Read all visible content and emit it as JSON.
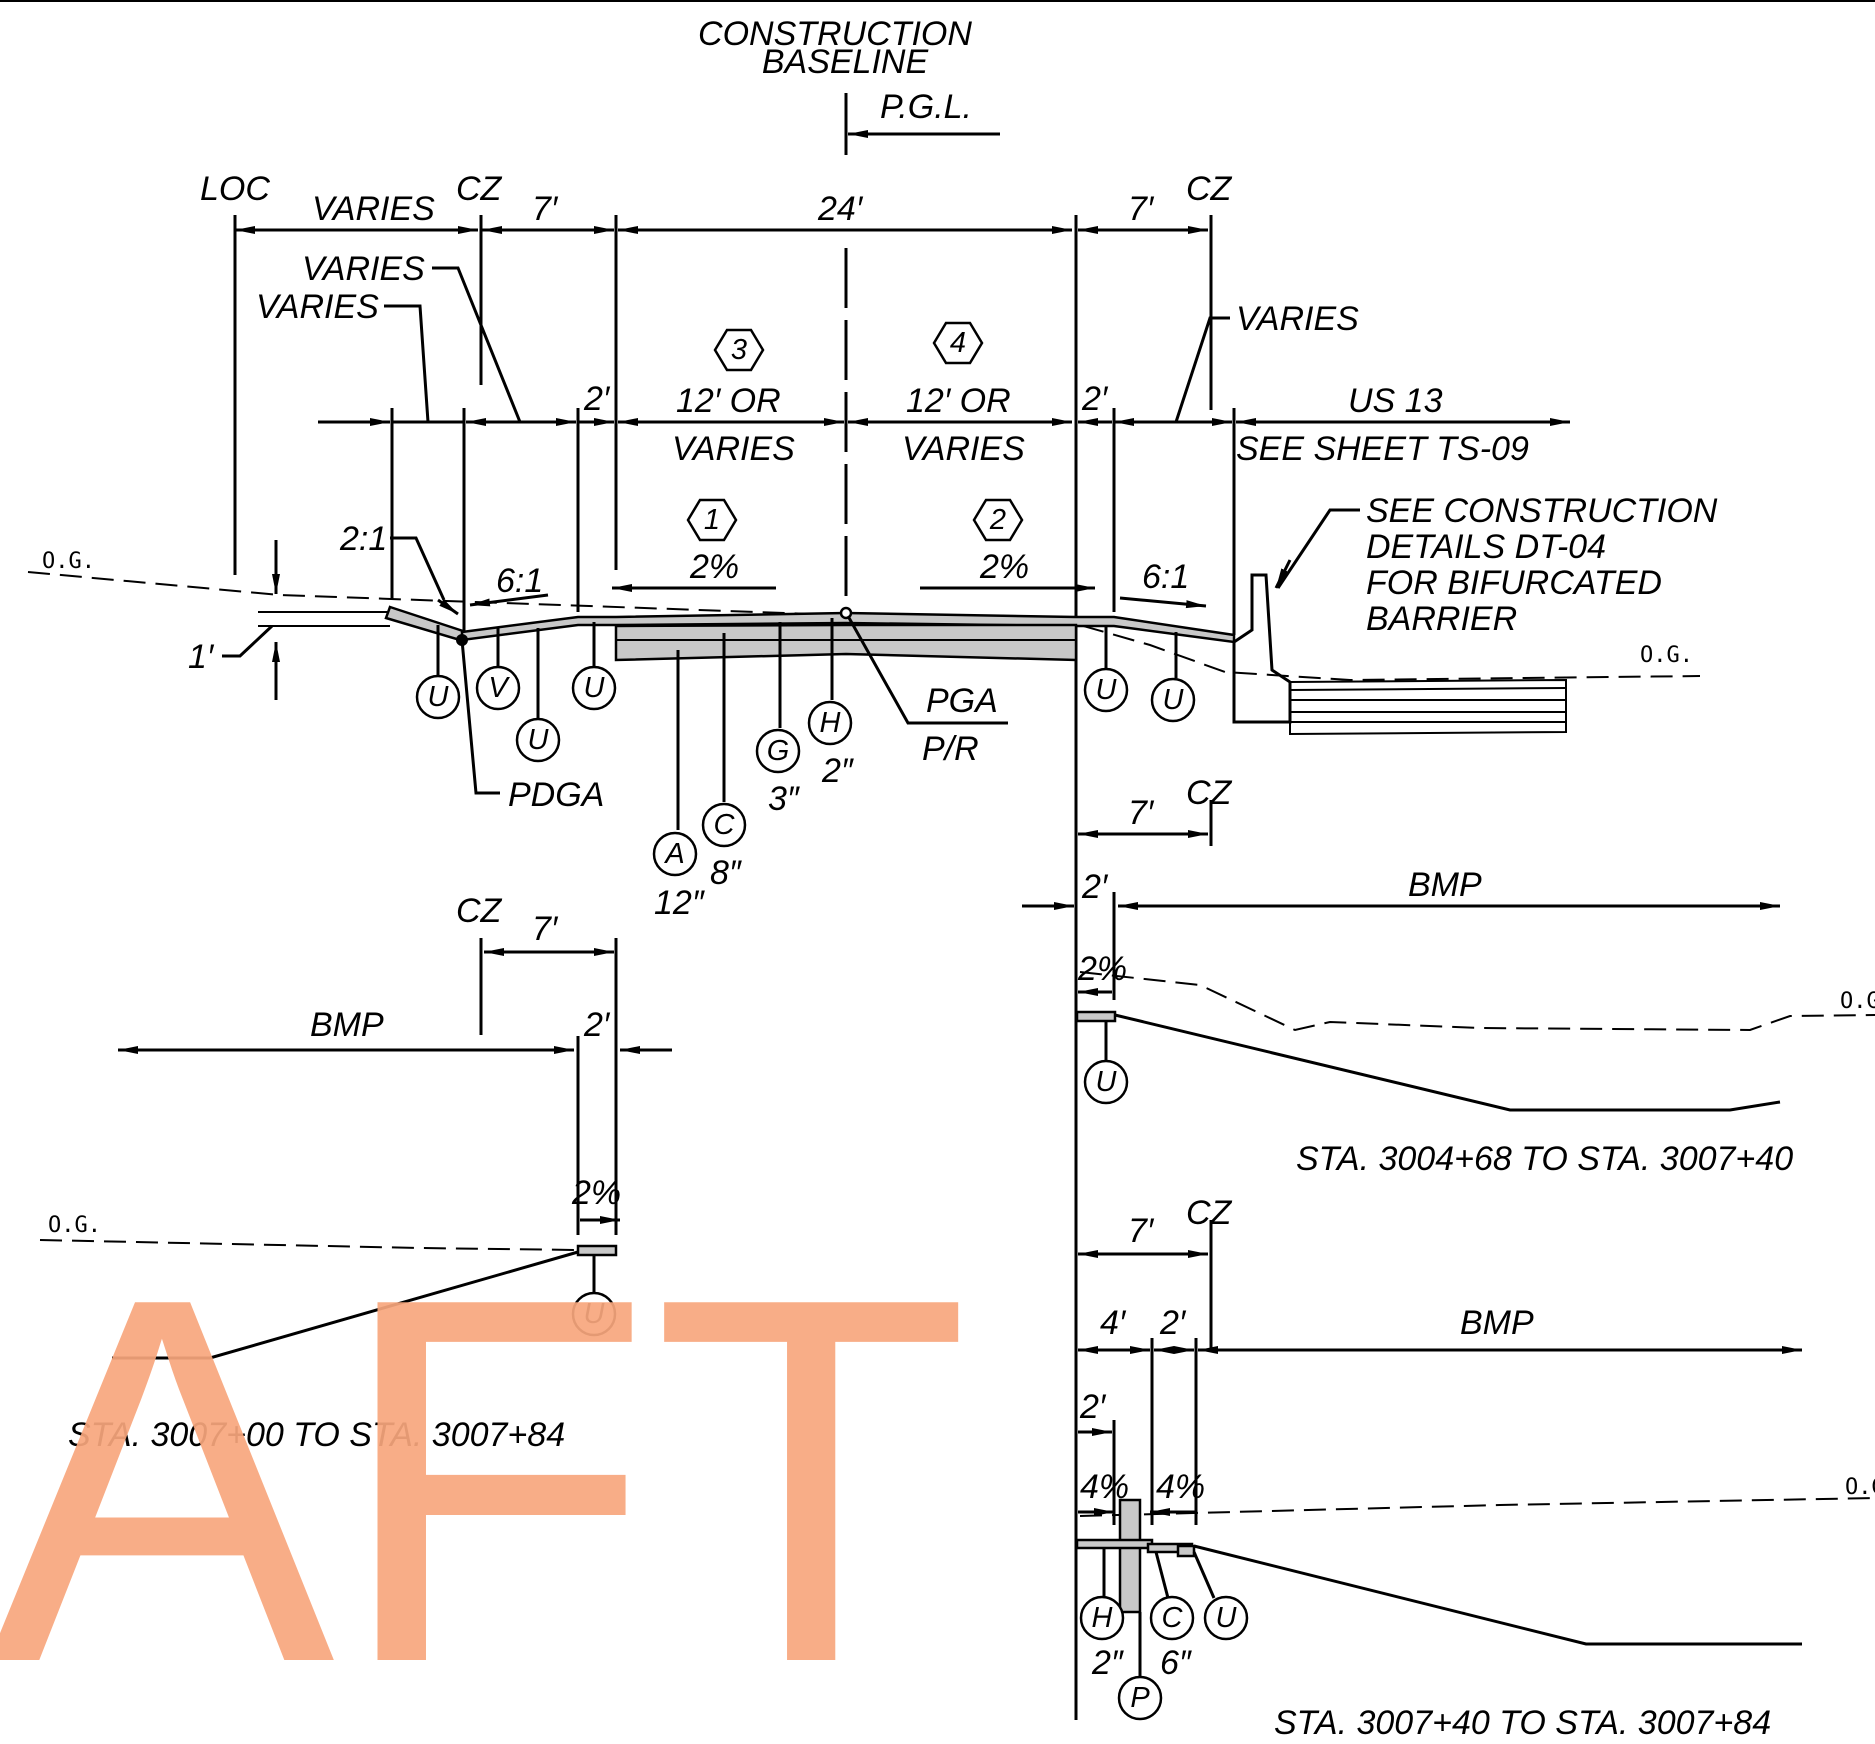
{
  "labels": {
    "construction": "CONSTRUCTION",
    "baseline": "BASELINE",
    "pgl": "P.G.L.",
    "loc": "LOC",
    "varies": "VARIES",
    "cz": "CZ",
    "seven_ft": "7′",
    "twentyfour_ft": "24′",
    "two_ft": "2′",
    "four_ft": "4′",
    "one_ft": "1′",
    "twelve_or": "12′ OR",
    "us13": "US 13",
    "see_sheet": "SEE SHEET TS-09",
    "slope_2to1": "2:1",
    "slope_6to1": "6:1",
    "two_pct": "2%",
    "four_pct": "4%",
    "og": "O.G.",
    "see_construction": "SEE CONSTRUCTION",
    "details": "DETAILS DT-04",
    "for_bifurcated": "FOR BIFURCATED",
    "barrier": "BARRIER",
    "pdga": "PDGA",
    "pga": "PGA",
    "pr": "P/R",
    "bmp": "BMP",
    "d12in": "12″",
    "d8in": "8″",
    "d3in": "3″",
    "d2in": "2″",
    "d6in": "6″",
    "sta_a": "STA. 3004+68 TO STA. 3007+40",
    "sta_b": "STA. 3007+00 TO STA. 3007+84",
    "sta_c": "STA. 3007+40 TO STA. 3007+84",
    "watermark": "AFT"
  },
  "hex_markers": [
    "3",
    "4",
    "1",
    "2"
  ],
  "circle_markers": {
    "u": "U",
    "v": "V",
    "g": "G",
    "h": "H",
    "a": "A",
    "c": "C",
    "p": "P"
  }
}
